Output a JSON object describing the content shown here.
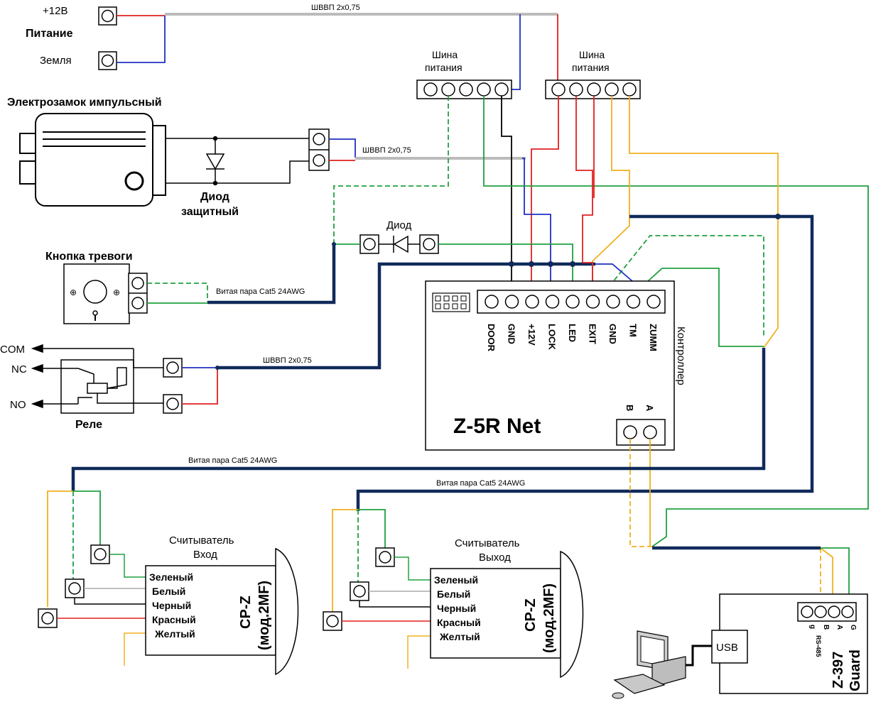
{
  "power": {
    "plus12": "+12В",
    "title": "Питание",
    "ground": "Земля"
  },
  "cables": {
    "top_cable": "ШВВП 2х0,75",
    "lock_cable": "ШВВП 2х0,75",
    "relay_cable": "ШВВП 2х0,75",
    "alarm_cable": "Витая пара Cat5 24AWG",
    "reader_in_cable": "Витая пара Cat5 24AWG",
    "reader_out_cable": "Витая пара Cat5 24AWG"
  },
  "busbars": {
    "left_line1": "Шина",
    "left_line2": "питания",
    "right_line1": "Шина",
    "right_line2": "питания"
  },
  "lock": {
    "title": "Электрозамок импульсный",
    "diode_line1": "Диод",
    "diode_line2": "защитный"
  },
  "diode": {
    "label": "Диод"
  },
  "alarm": {
    "title": "Кнопка тревоги"
  },
  "relay": {
    "title": "Реле",
    "com": "COM",
    "nc": "NC",
    "no": "NO"
  },
  "controller": {
    "name": "Z-5R Net",
    "side_label": "Контроллер",
    "pins": [
      "DOOR",
      "GND",
      "+12V",
      "LOCK",
      "LED",
      "EXIT",
      "GND",
      "TM",
      "ZUMM"
    ],
    "bus_b": "B",
    "bus_a": "A"
  },
  "reader_in": {
    "title_line1": "Считыватель",
    "title_line2": "Вход",
    "wires": [
      "Зеленый",
      "Белый",
      "Черный",
      "Красный",
      "Желтый"
    ],
    "model_line1": "CP-Z",
    "model_line2": "(мод.2MF)"
  },
  "reader_out": {
    "title_line1": "Считыватель",
    "title_line2": "Выход",
    "wires": [
      "Зеленый",
      "Белый",
      "Черный",
      "Красный",
      "Желтый"
    ],
    "model_line1": "CP-Z",
    "model_line2": "(мод.2MF)"
  },
  "guard": {
    "usb": "USB",
    "name_line1": "Z-397",
    "name_line2": "Guard",
    "pins": [
      "G",
      "A",
      "B",
      "g"
    ],
    "rs_label": "RS-485"
  },
  "colors": {
    "red": "#e02020",
    "blue": "#2030c0",
    "green": "#20a040",
    "yellow": "#f0b020",
    "gray": "#bbbbbb",
    "navy": "#102a5a",
    "black": "#000000"
  }
}
